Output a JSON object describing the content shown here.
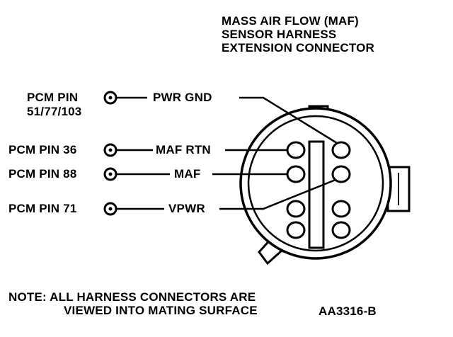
{
  "title": [
    "MASS AIR FLOW (MAF)",
    "SENSOR HARNESS",
    "EXTENSION CONNECTOR"
  ],
  "pins": [
    {
      "pcm_label": "PCM PIN",
      "pcm_label_2": "51/77/103",
      "signal": "PWR GND"
    },
    {
      "pcm_label": "PCM PIN 36",
      "signal": "MAF RTN"
    },
    {
      "pcm_label": "PCM PIN 88",
      "signal": "MAF"
    },
    {
      "pcm_label": "PCM PIN 71",
      "signal": "VPWR"
    }
  ],
  "note": {
    "line1": "NOTE: ALL HARNESS CONNECTORS ARE",
    "line2": "VIEWED INTO MATING SURFACE"
  },
  "figure_code": "AA3316-B"
}
